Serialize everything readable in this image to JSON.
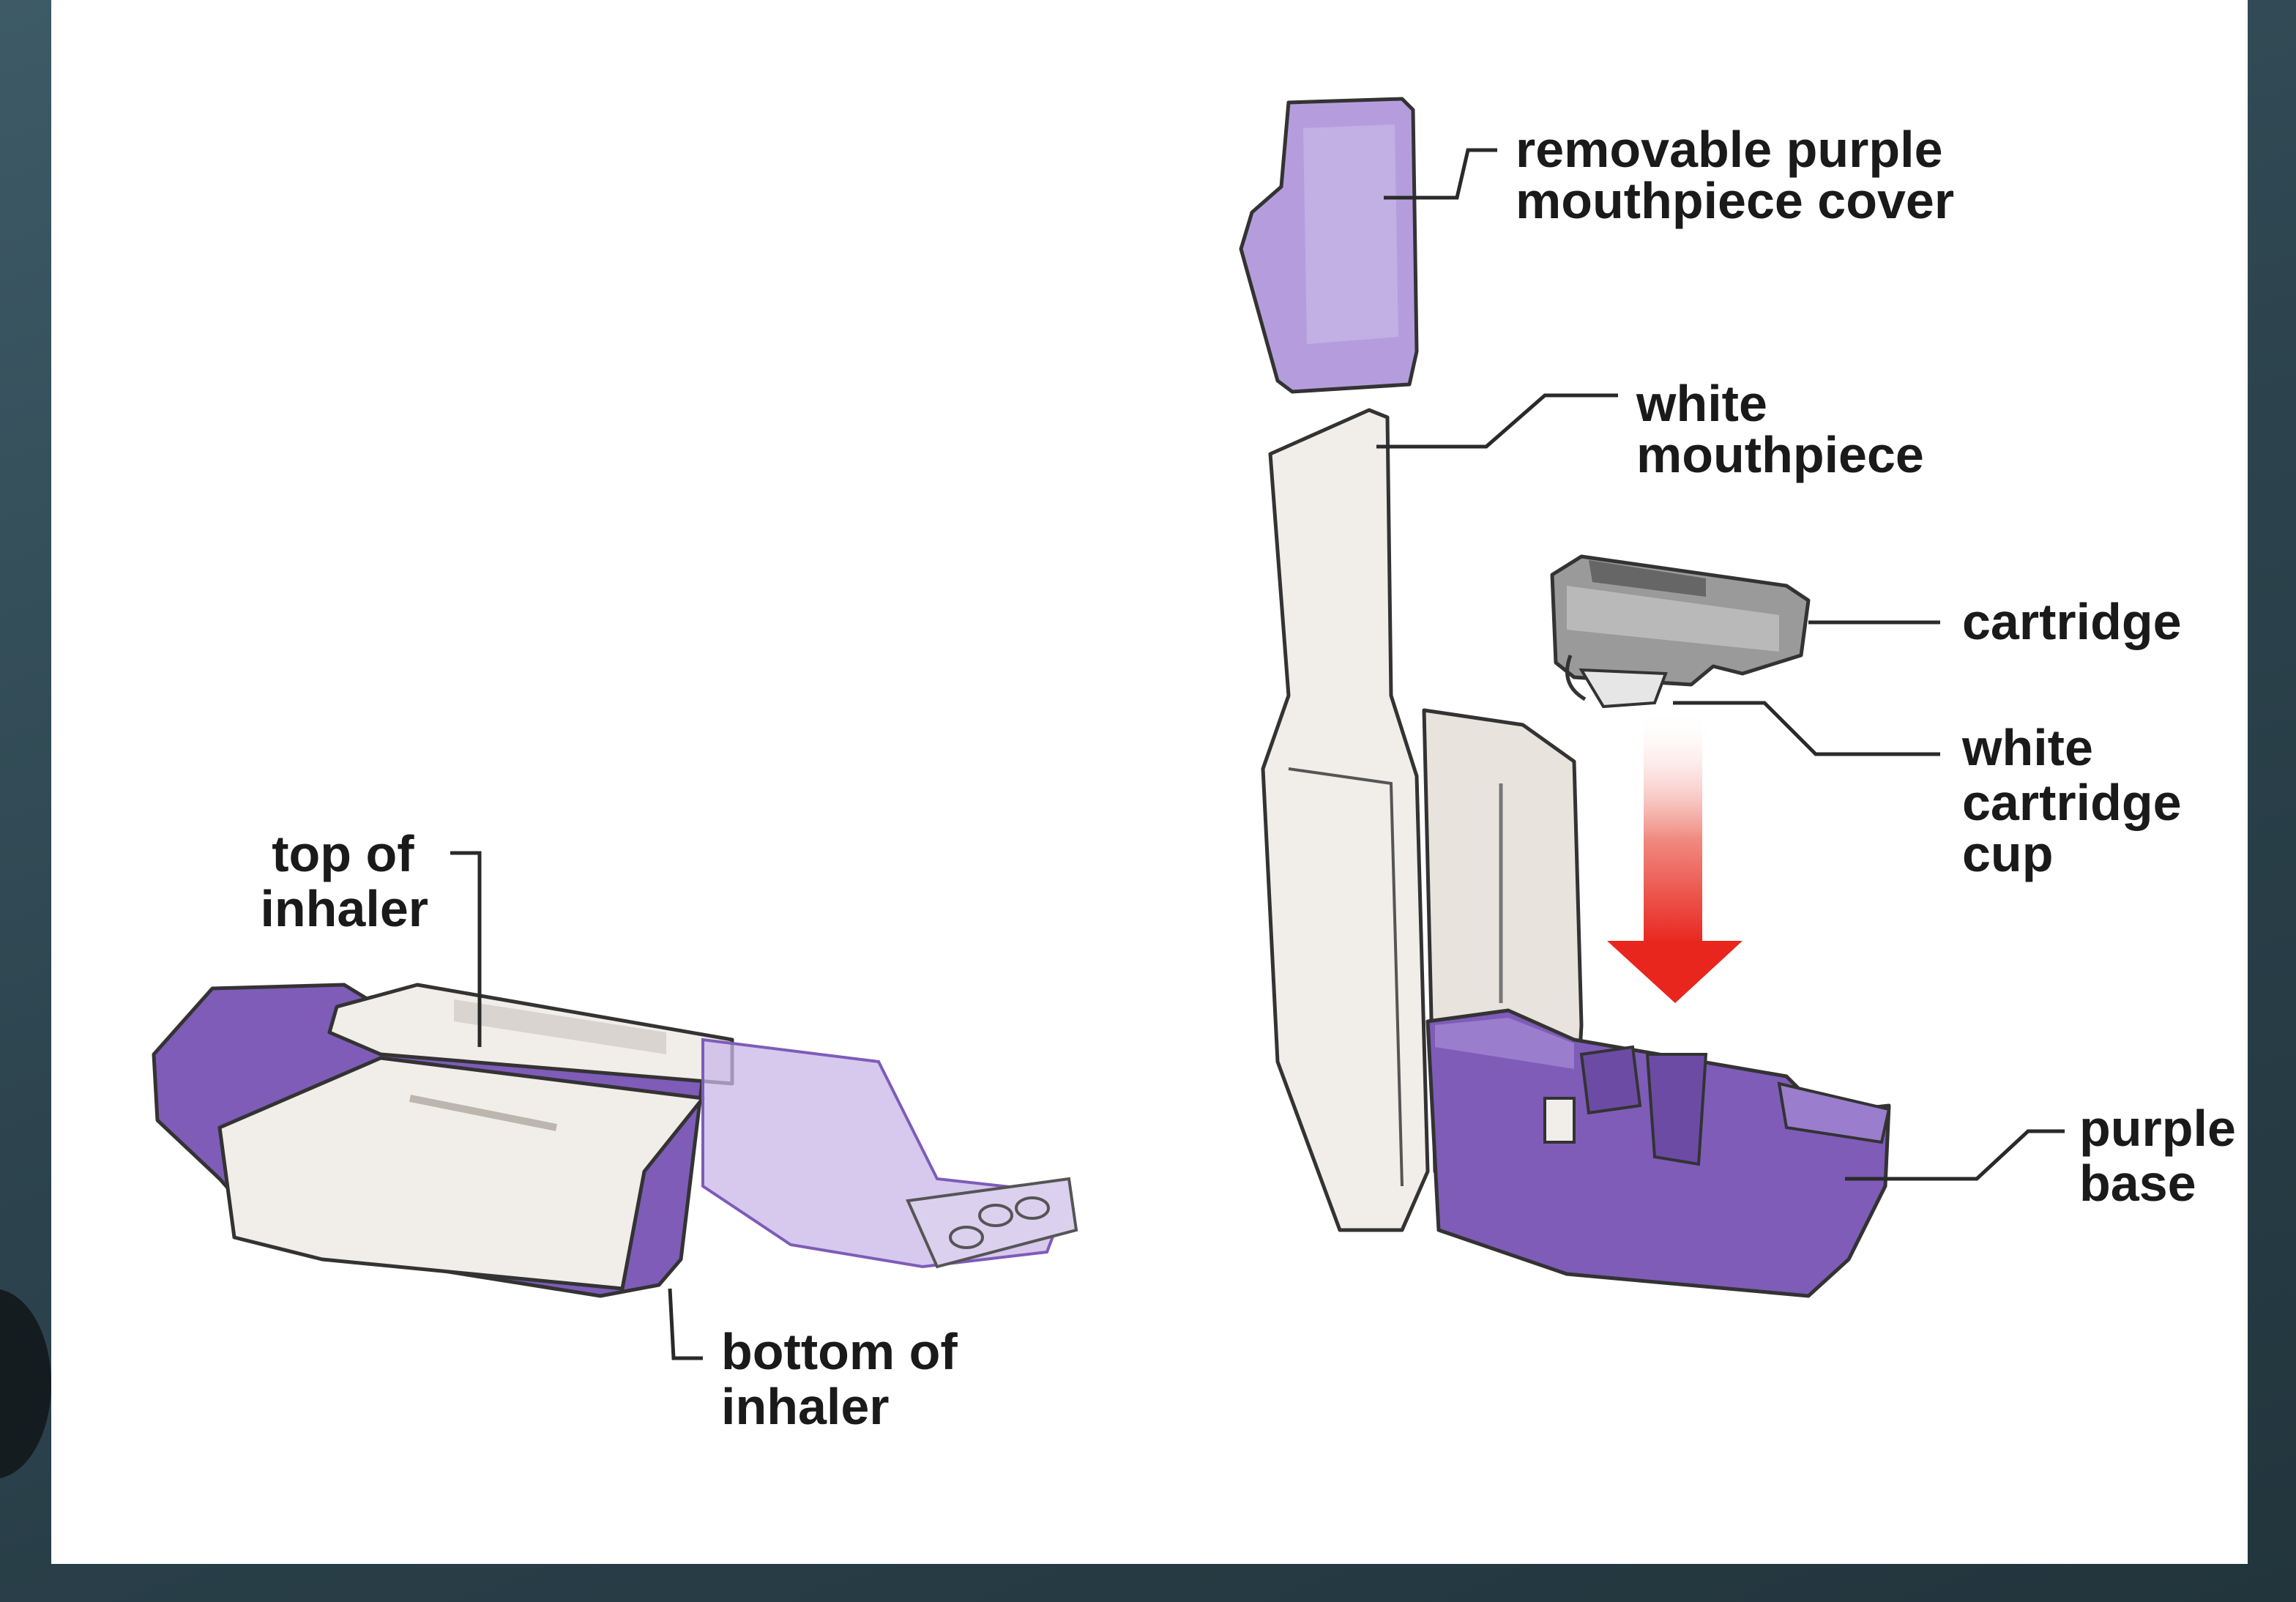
{
  "labels": {
    "top_of_inhaler": [
      "top of",
      "inhaler"
    ],
    "bottom_of_inhaler": [
      "bottom of",
      "inhaler"
    ],
    "mouthpiece_cover": [
      "removable purple",
      "mouthpiece cover"
    ],
    "white_mouthpiece": [
      "white",
      "mouthpiece"
    ],
    "cartridge": [
      "cartridge"
    ],
    "cartridge_cup": [
      "white",
      "cartridge",
      "cup"
    ],
    "purple_base": [
      "purple",
      "base"
    ]
  },
  "colors": {
    "purple": "#7e5cb8",
    "light_purple": "#b9a3de",
    "white_part": "#f1ede8",
    "arrow_red": "#e8261e"
  }
}
